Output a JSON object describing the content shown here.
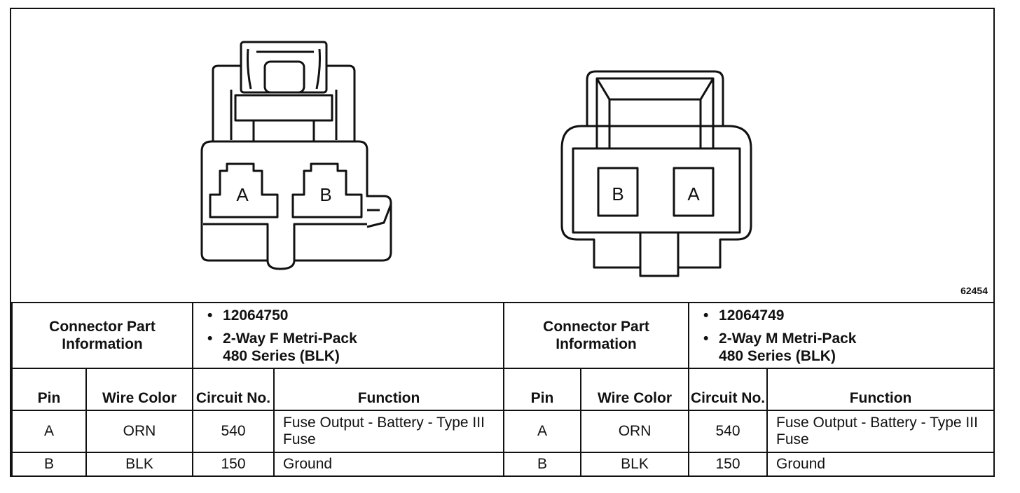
{
  "figure_id": "62454",
  "connectors": [
    {
      "side": "female",
      "cavities": [
        "A",
        "B"
      ],
      "part_label": "Connector Part Information",
      "part_number": "12064750",
      "part_desc_line1": "2-Way F Metri-Pack",
      "part_desc_line2": "480 Series (BLK)",
      "columns": {
        "pin": "Pin",
        "wire_color": "Wire Color",
        "circuit": "Circuit No.",
        "function": "Function"
      },
      "rows": [
        {
          "pin": "A",
          "wire_color": "ORN",
          "circuit": "540",
          "function": "Fuse Output - Battery - Type III Fuse"
        },
        {
          "pin": "B",
          "wire_color": "BLK",
          "circuit": "150",
          "function": "Ground"
        }
      ]
    },
    {
      "side": "male",
      "cavities": [
        "B",
        "A"
      ],
      "part_label": "Connector Part Information",
      "part_number": "12064749",
      "part_desc_line1": "2-Way M Metri-Pack",
      "part_desc_line2": "480 Series (BLK)",
      "columns": {
        "pin": "Pin",
        "wire_color": "Wire Color",
        "circuit": "Circuit No.",
        "function": "Function"
      },
      "rows": [
        {
          "pin": "A",
          "wire_color": "ORN",
          "circuit": "540",
          "function": "Fuse Output - Battery - Type III Fuse"
        },
        {
          "pin": "B",
          "wire_color": "BLK",
          "circuit": "150",
          "function": "Ground"
        }
      ]
    }
  ]
}
